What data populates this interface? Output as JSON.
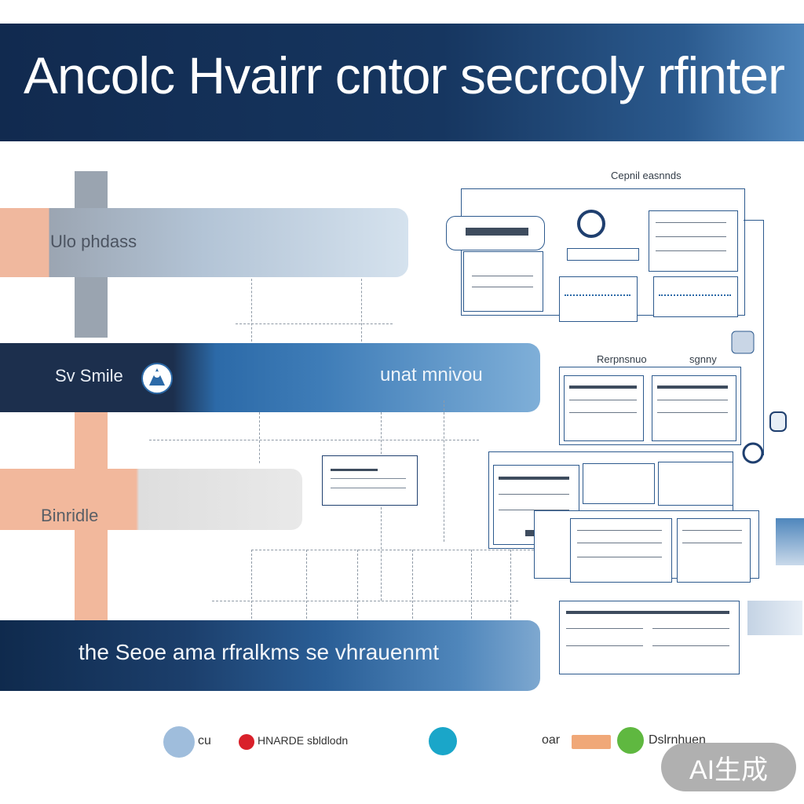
{
  "header": {
    "title": "Ancolc Hvairr cntor secrcoly rfinter"
  },
  "lanes": {
    "lane1": "Ulo phdass",
    "lane2": "Sv Smile",
    "lane2_sub": "unat mnivou",
    "lane3": "Binridle",
    "lane4": "the Seoe ama rfralkms se vhrauenmt"
  },
  "panels": {
    "top_label": "Cepnil easnnds",
    "mid_label_a": "Rerpnsnuo",
    "mid_label_b": "sgnny"
  },
  "legend": [
    {
      "text": "cu",
      "color": "#9fbddc"
    },
    {
      "text": "HNARDE sbldlodn",
      "color": "#d9202a"
    },
    {
      "text": "",
      "color": "#1aa6c9"
    },
    {
      "text": "oar",
      "color": "#f0a878"
    },
    {
      "text": "Dslrnhuen",
      "color": "#5fb840"
    }
  ],
  "watermark": "AI生成",
  "colors": {
    "navy": "#112a4f",
    "accent_blue": "#2c6aa8",
    "peach": "#f2b89c",
    "grey": "#9aa4b0"
  }
}
